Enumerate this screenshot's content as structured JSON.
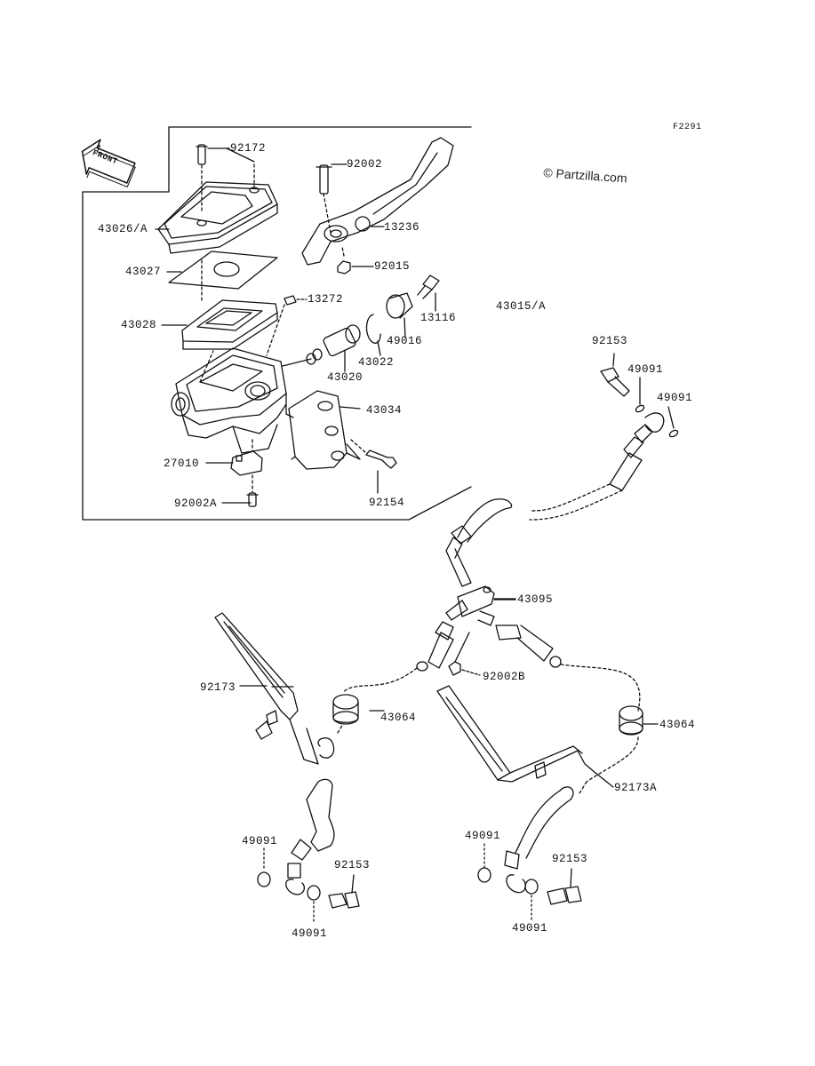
{
  "diagram": {
    "figure_code": "F2291",
    "watermark": "© Partzilla.com",
    "front_badge": "FRONT",
    "parts": {
      "p92172": "92172",
      "p92002": "92002",
      "p43026A": "43026/A",
      "p13236": "13236",
      "p43027": "43027",
      "p92015": "92015",
      "p13272": "13272",
      "p13116": "13116",
      "p43015A": "43015/A",
      "p43028": "43028",
      "p49016": "49016",
      "p43022": "43022",
      "p43020": "43020",
      "p92153_top": "92153",
      "p49091_top1": "49091",
      "p49091_top2": "49091",
      "p43034": "43034",
      "p27010": "27010",
      "p92154": "92154",
      "p92002A": "92002A",
      "p43095": "43095",
      "p92173": "92173",
      "p92002B": "92002B",
      "p43064_left": "43064",
      "p43064_right": "43064",
      "p92173A": "92173A",
      "p49091_bl": "49091",
      "p92153_bl": "92153",
      "p49091_bl2": "49091",
      "p49091_br": "49091",
      "p92153_br": "92153",
      "p49091_br2": "49091"
    },
    "line_color": "#111111"
  }
}
